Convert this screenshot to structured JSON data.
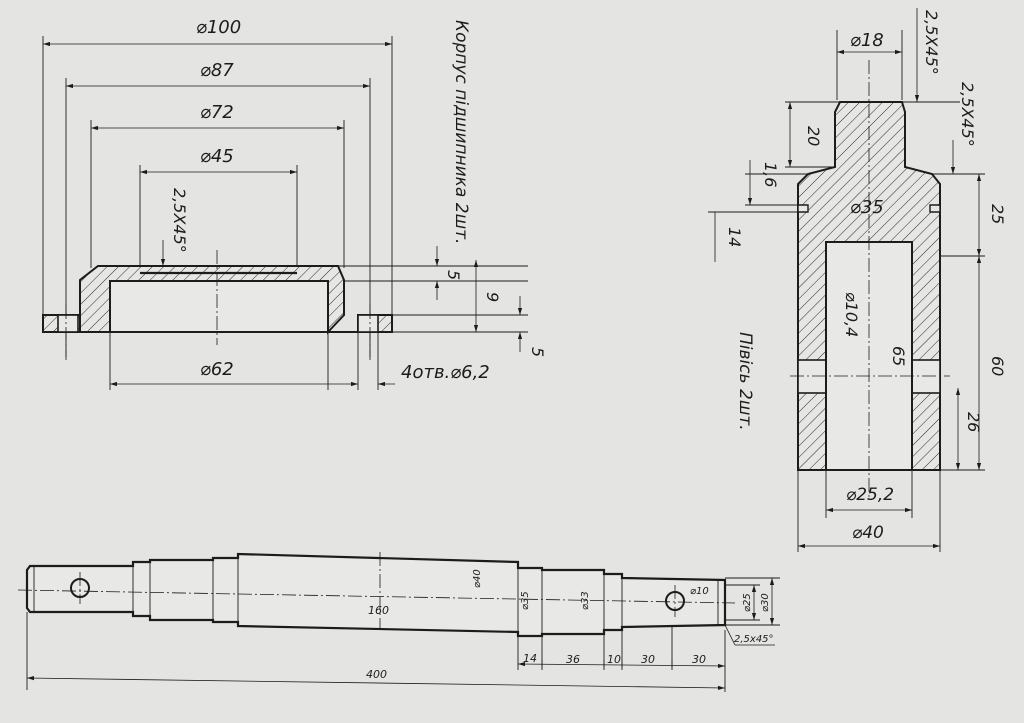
{
  "housing": {
    "title": "Корпус підшипника 2шт.",
    "dia_100": "⌀100",
    "dia_87": "⌀87",
    "dia_72": "⌀72",
    "dia_45": "⌀45",
    "chamfer": "2,5X45°",
    "dia_62": "⌀62",
    "holes": "4отв.⌀6,2",
    "dim_5a": "5",
    "dim_9": "9",
    "dim_5b": "5"
  },
  "axle": {
    "title": "Півісь 2шт.",
    "dia_18": "⌀18",
    "chamfer_top": "2,5X45°",
    "chamfer_side": "2,5X45°",
    "dim_20": "20",
    "dim_1_6": "1,6",
    "dim_14": "14",
    "dia_35": "⌀35",
    "dim_25": "25",
    "dia_10_4": "⌀10,4",
    "dim_65": "65",
    "dim_60": "60",
    "dim_26": "26",
    "dia_25_2": "⌀25,2",
    "dia_40": "⌀40"
  },
  "shaft": {
    "dim_160": "160",
    "dia_40": "⌀40",
    "dia_35": "⌀35",
    "dia_33": "⌀33",
    "dia_10": "⌀10",
    "dia_25": "⌀25",
    "dia_30": "⌀30",
    "chamfer": "2,5x45°",
    "dim_14": "14",
    "dim_36": "36",
    "dim_10": "10",
    "dim_30a": "30",
    "dim_30b": "30",
    "dim_400": "400"
  }
}
